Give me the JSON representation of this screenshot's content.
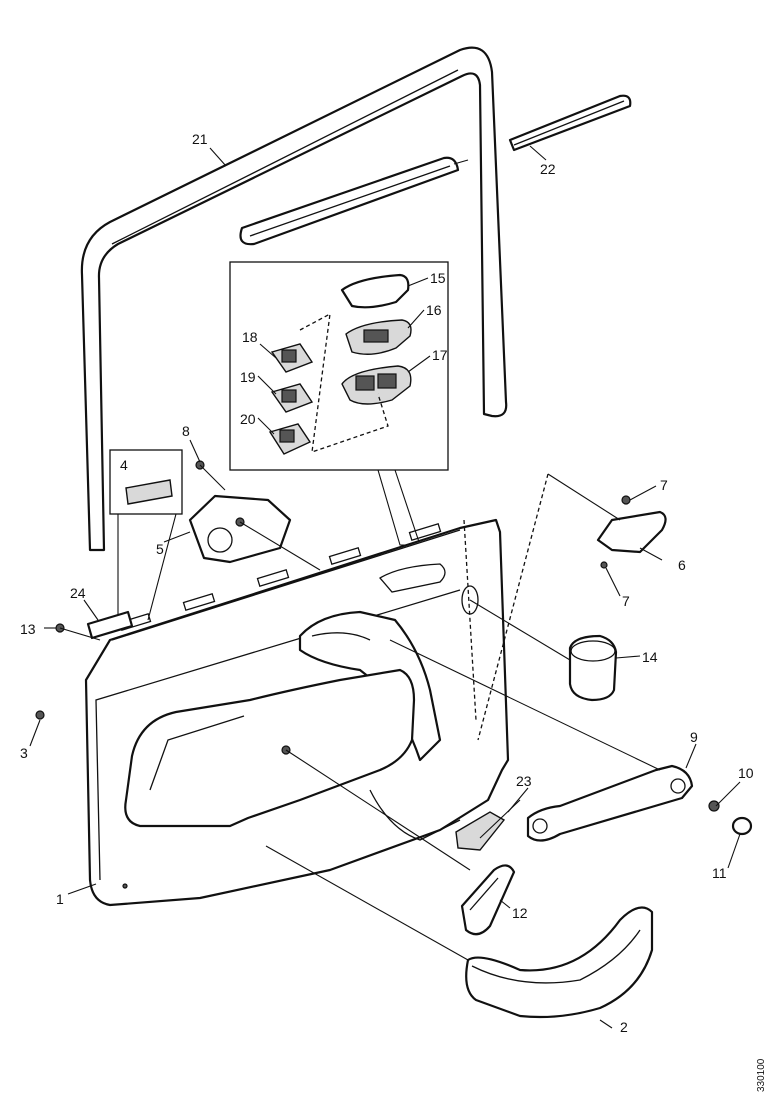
{
  "diagram": {
    "doc_id": "330100",
    "callouts": [
      {
        "id": "c1",
        "label": "1"
      },
      {
        "id": "c2",
        "label": "2"
      },
      {
        "id": "c3",
        "label": "3"
      },
      {
        "id": "c4",
        "label": "4"
      },
      {
        "id": "c5",
        "label": "5"
      },
      {
        "id": "c6",
        "label": "6"
      },
      {
        "id": "c7a",
        "label": "7"
      },
      {
        "id": "c7b",
        "label": "7"
      },
      {
        "id": "c8",
        "label": "8"
      },
      {
        "id": "c9",
        "label": "9"
      },
      {
        "id": "c10",
        "label": "10"
      },
      {
        "id": "c11",
        "label": "11"
      },
      {
        "id": "c12",
        "label": "12"
      },
      {
        "id": "c13",
        "label": "13"
      },
      {
        "id": "c14",
        "label": "14"
      },
      {
        "id": "c15",
        "label": "15"
      },
      {
        "id": "c16",
        "label": "16"
      },
      {
        "id": "c17",
        "label": "17"
      },
      {
        "id": "c18",
        "label": "18"
      },
      {
        "id": "c19",
        "label": "19"
      },
      {
        "id": "c20",
        "label": "20"
      },
      {
        "id": "c21",
        "label": "21"
      },
      {
        "id": "c22",
        "label": "22"
      },
      {
        "id": "c23",
        "label": "23"
      },
      {
        "id": "c24",
        "label": "24"
      }
    ]
  }
}
